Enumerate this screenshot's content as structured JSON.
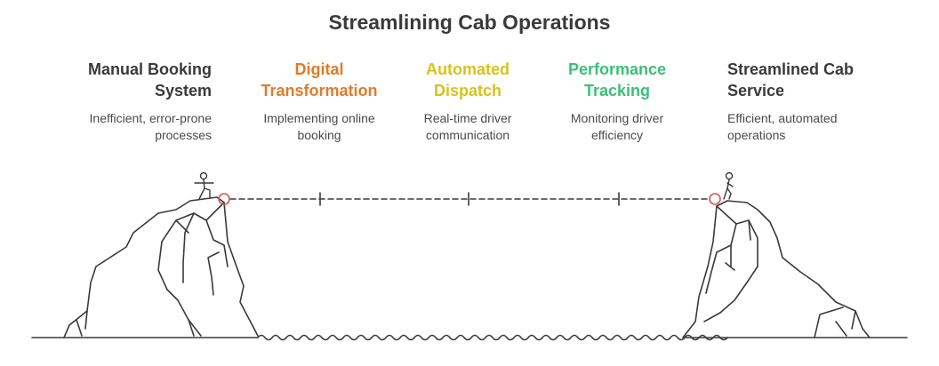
{
  "title": "Streamlining Cab Operations",
  "stages": [
    {
      "title_line1": "Manual Booking",
      "title_line2": "System",
      "desc_line1": "Inefficient, error-prone",
      "desc_line2": "processes",
      "color": "#3a3a3a"
    },
    {
      "title_line1": "Digital",
      "title_line2": "Transformation",
      "desc_line1": "Implementing online",
      "desc_line2": "booking",
      "color": "#e07b2a"
    },
    {
      "title_line1": "Automated",
      "title_line2": "Dispatch",
      "desc_line1": "Real-time driver",
      "desc_line2": "communication",
      "color": "#d9c21a"
    },
    {
      "title_line1": "Performance",
      "title_line2": "Tracking",
      "desc_line1": "Monitoring driver",
      "desc_line2": "efficiency",
      "color": "#3bbf7a"
    },
    {
      "title_line1": "Streamlined Cab",
      "title_line2": "Service",
      "desc_line1": "Efficient, automated",
      "desc_line2": "operations",
      "color": "#3a3a3a"
    }
  ],
  "colors": {
    "line": "#3a3a3a",
    "marker": "#d9534f"
  },
  "icons": [
    "person-jumping-icon",
    "person-standing-icon"
  ]
}
